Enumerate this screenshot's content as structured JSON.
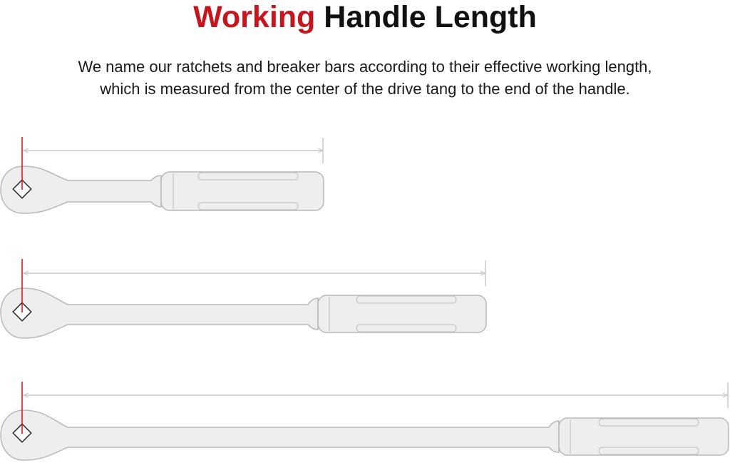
{
  "header": {
    "title_accent": "Working",
    "title_rest": "Handle Length",
    "description_line1": "We name our ratchets and breaker bars according to their effective working length,",
    "description_line2": "which is measured from the center of the drive tang to the end of the handle."
  },
  "colors": {
    "accent": "#c8141c",
    "tool_fill": "#eeeeee",
    "tool_stroke": "#b8b8b8",
    "dimension_line": "#c9c9c9",
    "title_text": "#111111"
  },
  "tools": [
    {
      "name": "short-ratchet"
    },
    {
      "name": "medium-ratchet"
    },
    {
      "name": "long-ratchet"
    }
  ]
}
